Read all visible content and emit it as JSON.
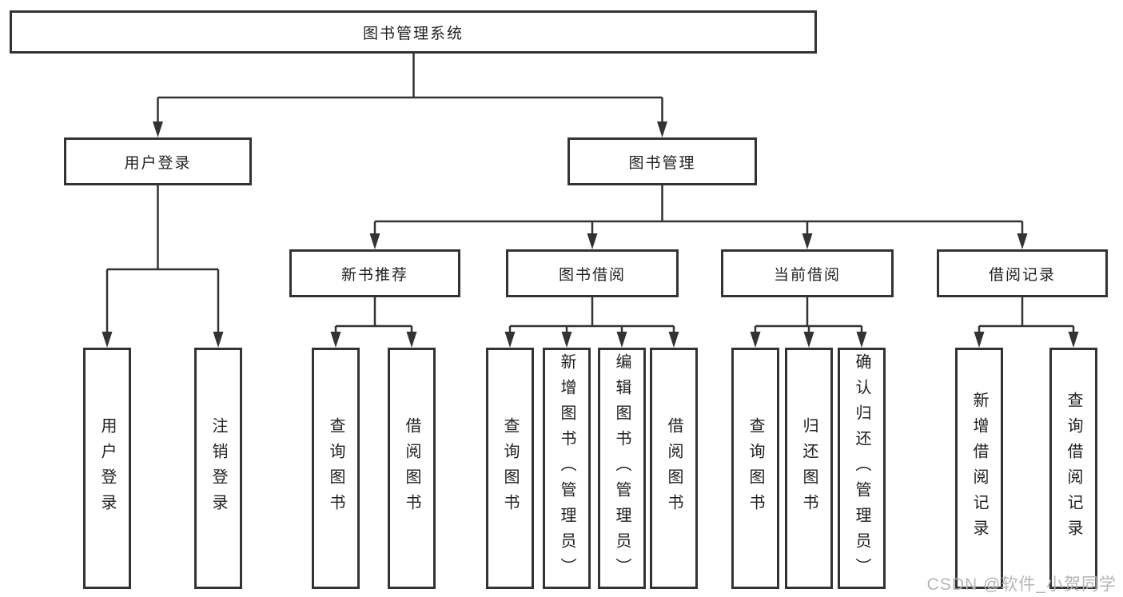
{
  "diagram": {
    "root": {
      "label": "图书管理系统"
    },
    "level2": [
      {
        "label": "用户登录"
      },
      {
        "label": "图书管理"
      }
    ],
    "level3": [
      {
        "label": "新书推荐"
      },
      {
        "label": "图书借阅"
      },
      {
        "label": "当前借阅"
      },
      {
        "label": "借阅记录"
      }
    ],
    "leaves": {
      "user_login": [
        "用户登录",
        "注销登录"
      ],
      "new_book": [
        "查询图书",
        "借阅图书"
      ],
      "borrowing": [
        "查询图书",
        "新增图书（管理员）",
        "编辑图书（管理员）",
        "借阅图书"
      ],
      "current": [
        "查询图书",
        "归还图书",
        "确认归还（管理员）"
      ],
      "records": [
        "新增借阅记录",
        "查询借阅记录"
      ]
    }
  },
  "watermark": "CSDN @软件_小贺同学",
  "colors": {
    "line": "#333333",
    "text": "#1f1f1f",
    "watermark": "#b5b5b5"
  }
}
